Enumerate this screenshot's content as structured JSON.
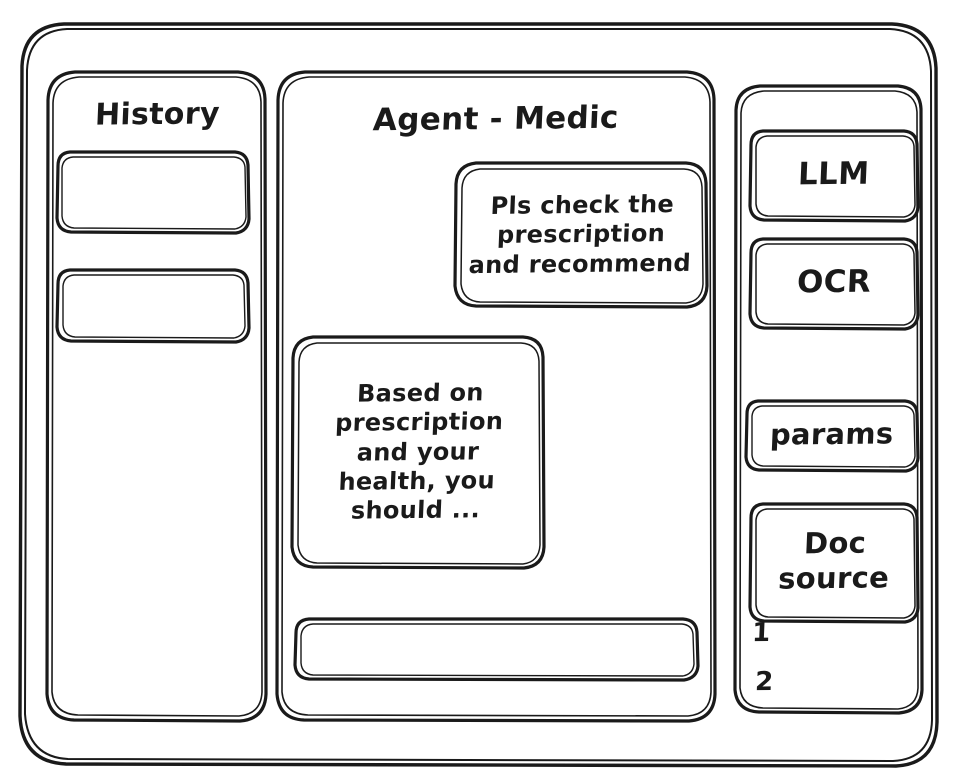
{
  "style": {
    "stroke_color": "#1a1a1a",
    "background_color": "#ffffff",
    "sketch": true
  },
  "window": {
    "name": "wireframe-window-frame"
  },
  "history_panel": {
    "title": "History",
    "items": [
      {
        "label": ""
      },
      {
        "label": ""
      }
    ]
  },
  "agent_panel": {
    "title": "Agent - Medic",
    "messages": [
      {
        "role": "user",
        "text": "Pls check the\nprescription\nand recommend"
      },
      {
        "role": "assistant",
        "text": "Based on\nprescription\nand your\nhealth, you\nshould ..."
      }
    ],
    "composer": {
      "value": "",
      "placeholder": ""
    }
  },
  "tools_panel": {
    "buttons": [
      {
        "label": "LLM"
      },
      {
        "label": "OCR"
      },
      {
        "label": "params"
      }
    ],
    "doc_source": {
      "label": "Doc\nsource",
      "items": [
        {
          "label": "1"
        },
        {
          "label": "2"
        }
      ]
    }
  }
}
